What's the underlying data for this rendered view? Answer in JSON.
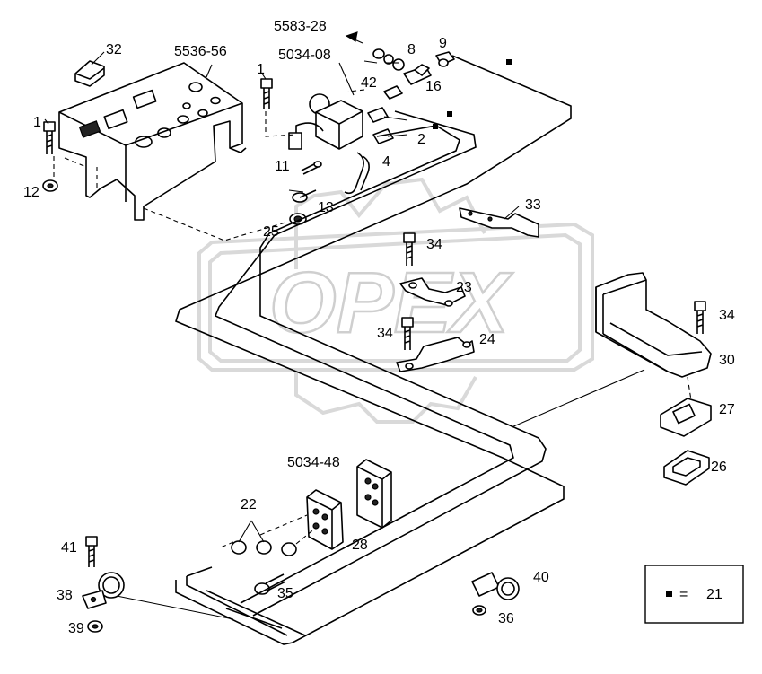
{
  "watermark": "OPEX",
  "legend": {
    "value": "21"
  },
  "labels": [
    {
      "id": "5583-28",
      "text": "5583-28"
    },
    {
      "id": "5034-08",
      "text": "5034-08"
    },
    {
      "id": "5536-56",
      "text": "5536-56"
    },
    {
      "id": "5034-48",
      "text": "5034-48"
    },
    {
      "id": "n32",
      "text": "32"
    },
    {
      "id": "n1a",
      "text": "1"
    },
    {
      "id": "n1b",
      "text": "1"
    },
    {
      "id": "n8",
      "text": "8"
    },
    {
      "id": "n9",
      "text": "9"
    },
    {
      "id": "n42",
      "text": "42"
    },
    {
      "id": "n16",
      "text": "16"
    },
    {
      "id": "n2",
      "text": "2"
    },
    {
      "id": "n4",
      "text": "4"
    },
    {
      "id": "n11",
      "text": "11"
    },
    {
      "id": "n12",
      "text": "12"
    },
    {
      "id": "n13",
      "text": "13"
    },
    {
      "id": "n25",
      "text": "25"
    },
    {
      "id": "n33",
      "text": "33"
    },
    {
      "id": "n34a",
      "text": "34"
    },
    {
      "id": "n23",
      "text": "23"
    },
    {
      "id": "n34b",
      "text": "34"
    },
    {
      "id": "n24",
      "text": "24"
    },
    {
      "id": "n34c",
      "text": "34"
    },
    {
      "id": "n30",
      "text": "30"
    },
    {
      "id": "n27",
      "text": "27"
    },
    {
      "id": "n26",
      "text": "26"
    },
    {
      "id": "n22",
      "text": "22"
    },
    {
      "id": "n28",
      "text": "28"
    },
    {
      "id": "n41",
      "text": "41"
    },
    {
      "id": "n38",
      "text": "38"
    },
    {
      "id": "n39",
      "text": "39"
    },
    {
      "id": "n35",
      "text": "35"
    },
    {
      "id": "n40",
      "text": "40"
    },
    {
      "id": "n36",
      "text": "36"
    }
  ]
}
